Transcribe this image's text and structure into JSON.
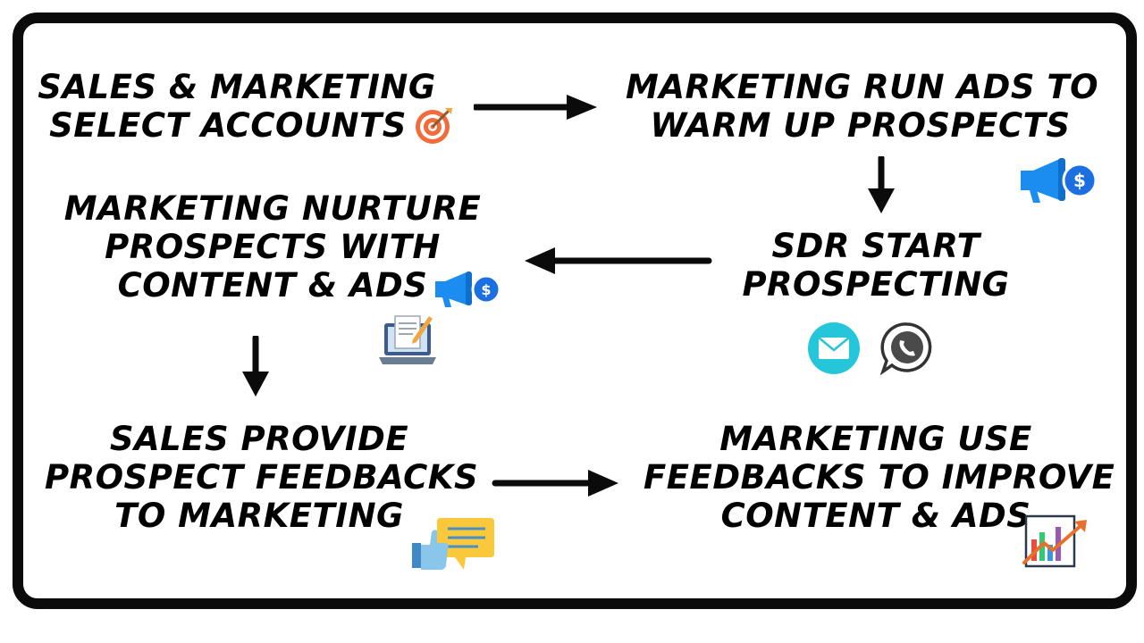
{
  "steps": {
    "select_accounts": [
      "SALES & MARKETING",
      "SELECT ACCOUNTS"
    ],
    "run_ads": [
      "MARKETING RUN ADS TO",
      "WARM UP PROSPECTS"
    ],
    "sdr_prospecting": [
      "SDR START",
      "PROSPECTING"
    ],
    "nurture": [
      "MARKETING NURTURE",
      "PROSPECTS WITH",
      "CONTENT & ADS"
    ],
    "feedback": [
      "SALES PROVIDE",
      "PROSPECT FEEDBACKS",
      "TO MARKETING"
    ],
    "improve": [
      "MARKETING USE",
      "FEEDBACKS TO IMPROVE",
      "CONTENT & ADS"
    ]
  },
  "icons": {
    "target": "target-icon",
    "megaphone": "megaphone-dollar-icon",
    "email": "email-icon",
    "whatsapp": "whatsapp-icon",
    "laptop": "laptop-document-icon",
    "feedback": "thumbs-up-chat-icon",
    "growth": "growth-chart-icon"
  },
  "colors": {
    "frame": "#0b0b0b",
    "arrow": "#0b0b0b",
    "megaphone": "#1b8cf0",
    "email": "#25c6da",
    "whatsapp": "#4a4a4a"
  }
}
